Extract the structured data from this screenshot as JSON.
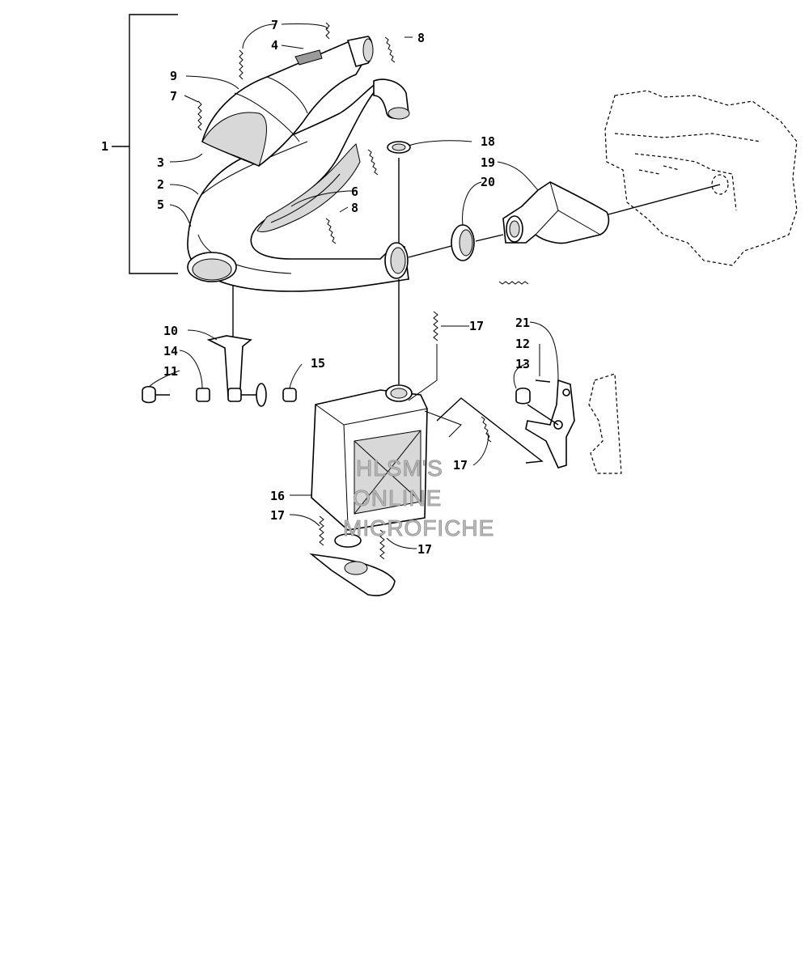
{
  "watermark": {
    "lines": [
      "HLSM'S",
      "ONLINE",
      "MICROFICHE"
    ]
  },
  "callouts": {
    "c1": "1",
    "c2": "2",
    "c3": "3",
    "c4": "4",
    "c5": "5",
    "c6": "6",
    "c7a": "7",
    "c7b": "7",
    "c8a": "8",
    "c8b": "8",
    "c9": "9",
    "c10": "10",
    "c11": "11",
    "c12": "12",
    "c13": "13",
    "c14": "14",
    "c15": "15",
    "c16": "16",
    "c17a": "17",
    "c17b": "17",
    "c17c": "17",
    "c17d": "17",
    "c18": "18",
    "c19": "19",
    "c20": "20",
    "c21": "21"
  }
}
